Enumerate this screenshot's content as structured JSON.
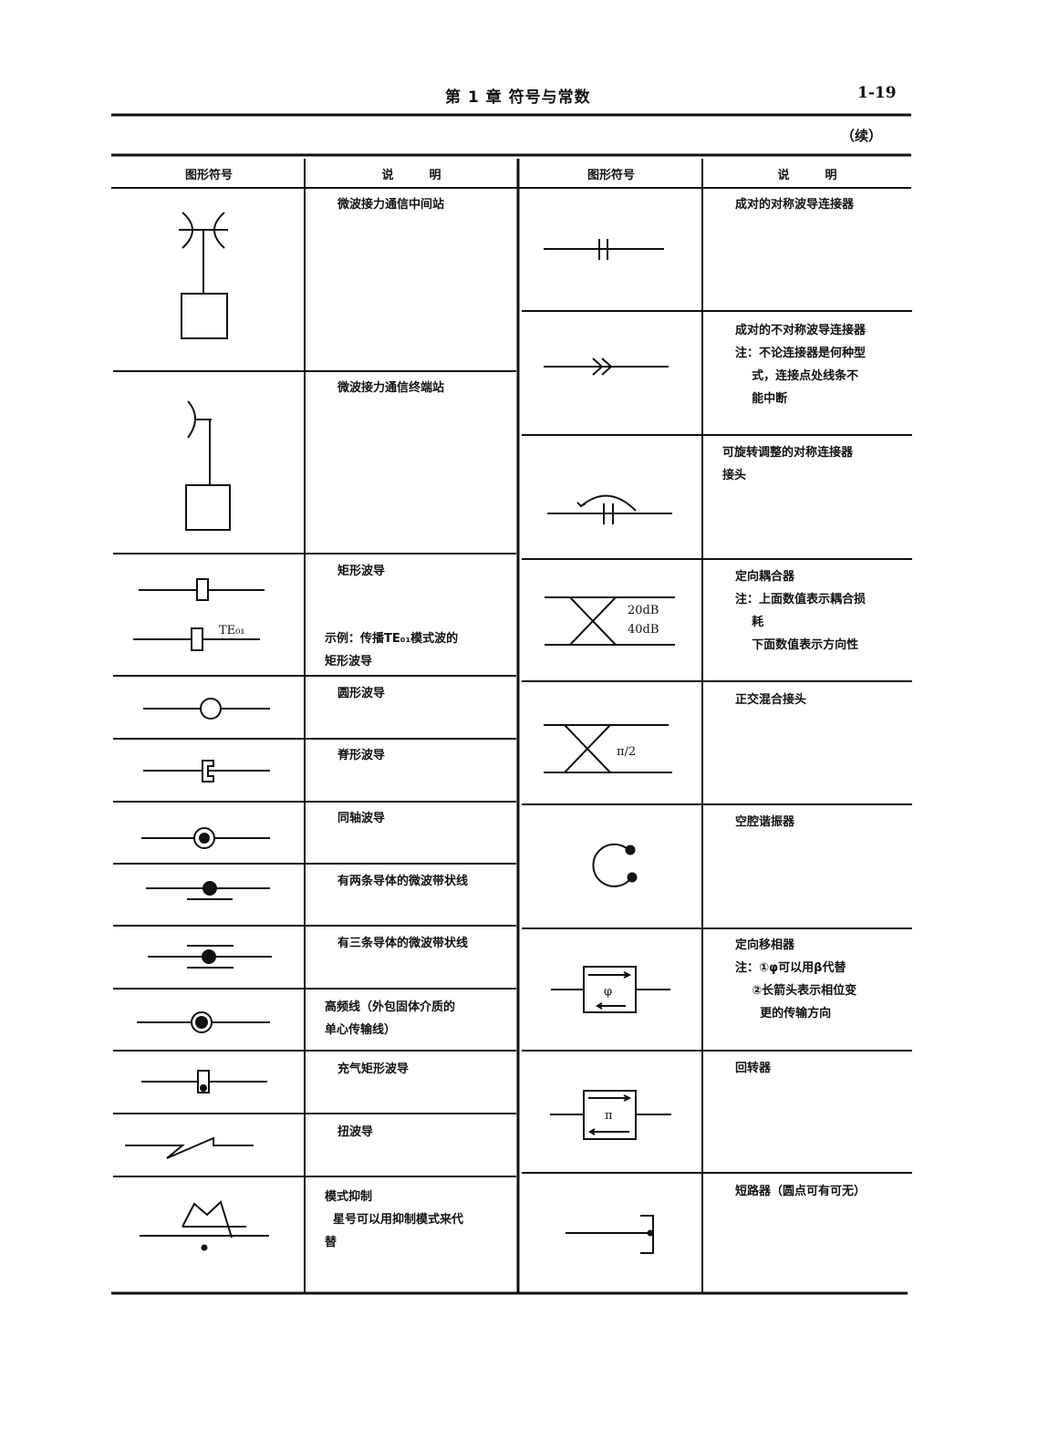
{
  "header": {
    "chapter_title": "第 1 章    符号与常数",
    "page_number": "1-19",
    "continued": "（续）"
  },
  "columns": {
    "symbol": "图形符号",
    "description": "说　　　明"
  },
  "left_rows": [
    {
      "desc": "微波接力通信中间站"
    },
    {
      "desc": "微波接力通信终端站"
    },
    {
      "desc": "矩形波导"
    },
    {
      "desc": "圆形波导"
    },
    {
      "desc": "脊形波导"
    },
    {
      "desc": "同轴波导"
    },
    {
      "desc": "有两条导体的微波带状线"
    },
    {
      "desc": "有三条导体的微波带状线"
    },
    {
      "desc": "高频线（外包固体介质的\n单心传输线）"
    },
    {
      "desc": "充气矩形波导"
    },
    {
      "desc": "扭波导"
    },
    {
      "desc": "模式抑制\n  星号可以用抑制模式来代\n替"
    }
  ],
  "left_example": "示例：传播TE₀₁模式波的\n矩形波导",
  "te_label": "TE₀₁",
  "right_rows": [
    {
      "desc": "成对的对称波导连接器"
    },
    {
      "desc": "成对的不对称波导连接器\n注：不论连接器是何种型\n    式，连接点处线条不\n    能中断"
    },
    {
      "desc": "可旋转调整的对称连接器\n接头"
    },
    {
      "desc": "定向耦合器\n注：上面数值表示耦合损\n    耗\n    下面数值表示方向性"
    },
    {
      "desc": "正交混合接头"
    },
    {
      "desc": "空腔谐振器"
    },
    {
      "desc": "定向移相器\n注：①φ可以用β代替\n    ②长箭头表示相位变\n      更的传输方向"
    },
    {
      "desc": "回转器"
    },
    {
      "desc": "短路器（圆点可有可无）"
    }
  ],
  "coupler_labels": {
    "top": "20dB",
    "bottom": "40dB"
  },
  "hybrid_label": "π/2",
  "phase_label": "φ",
  "gyrator_label": "π"
}
